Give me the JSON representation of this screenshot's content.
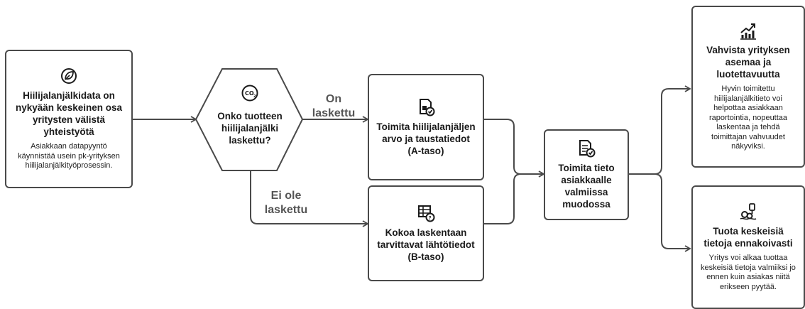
{
  "start": {
    "title": "Hiilijalanjälkidata on nykyään keskeinen osa yritysten välistä yhteistyötä",
    "desc": "Asiakkaan datapyyntö käynnistää usein pk-yrityksen hiilijalanjälkityöprosessin.",
    "icon": "leaf-icon"
  },
  "decision": {
    "text": "Onko tuotteen hiilijalanjälki laskettu?",
    "icon": "co2-icon"
  },
  "edge_yes": "On laskettu",
  "edge_no": "Ei ole laskettu",
  "step_a": {
    "title": "Toimita hiilijalanjäljen arvo ja taustatiedot (A-taso)",
    "icon": "document-check-icon"
  },
  "step_b": {
    "title": "Kokoa laskentaan tarvittavat lähtötiedot (B-taso)",
    "icon": "table-question-icon"
  },
  "merge": {
    "title": "Toimita tieto asiakkaalle valmiissa muodossa",
    "icon": "list-check-icon"
  },
  "out1": {
    "title": "Vahvista yrityksen asemaa ja luotettavuutta",
    "desc": "Hyvin toimitettu hiilijalanjälkitieto voi helpottaa asiakkaan raportointia, nopeuttaa laskentaa ja tehdä toimittajan vahvuudet näkyviksi.",
    "icon": "growth-chart-icon"
  },
  "out2": {
    "title": "Tuota keskeisiä tietoja ennakoivasti",
    "desc": "Yritys voi alkaa tuottaa keskeisiä tietoja valmiiksi jo ennen kuin asiakas niitä erikseen pyytää.",
    "icon": "data-gears-icon"
  },
  "colors": {
    "stroke": "#4a4a4a",
    "label": "#555555"
  }
}
